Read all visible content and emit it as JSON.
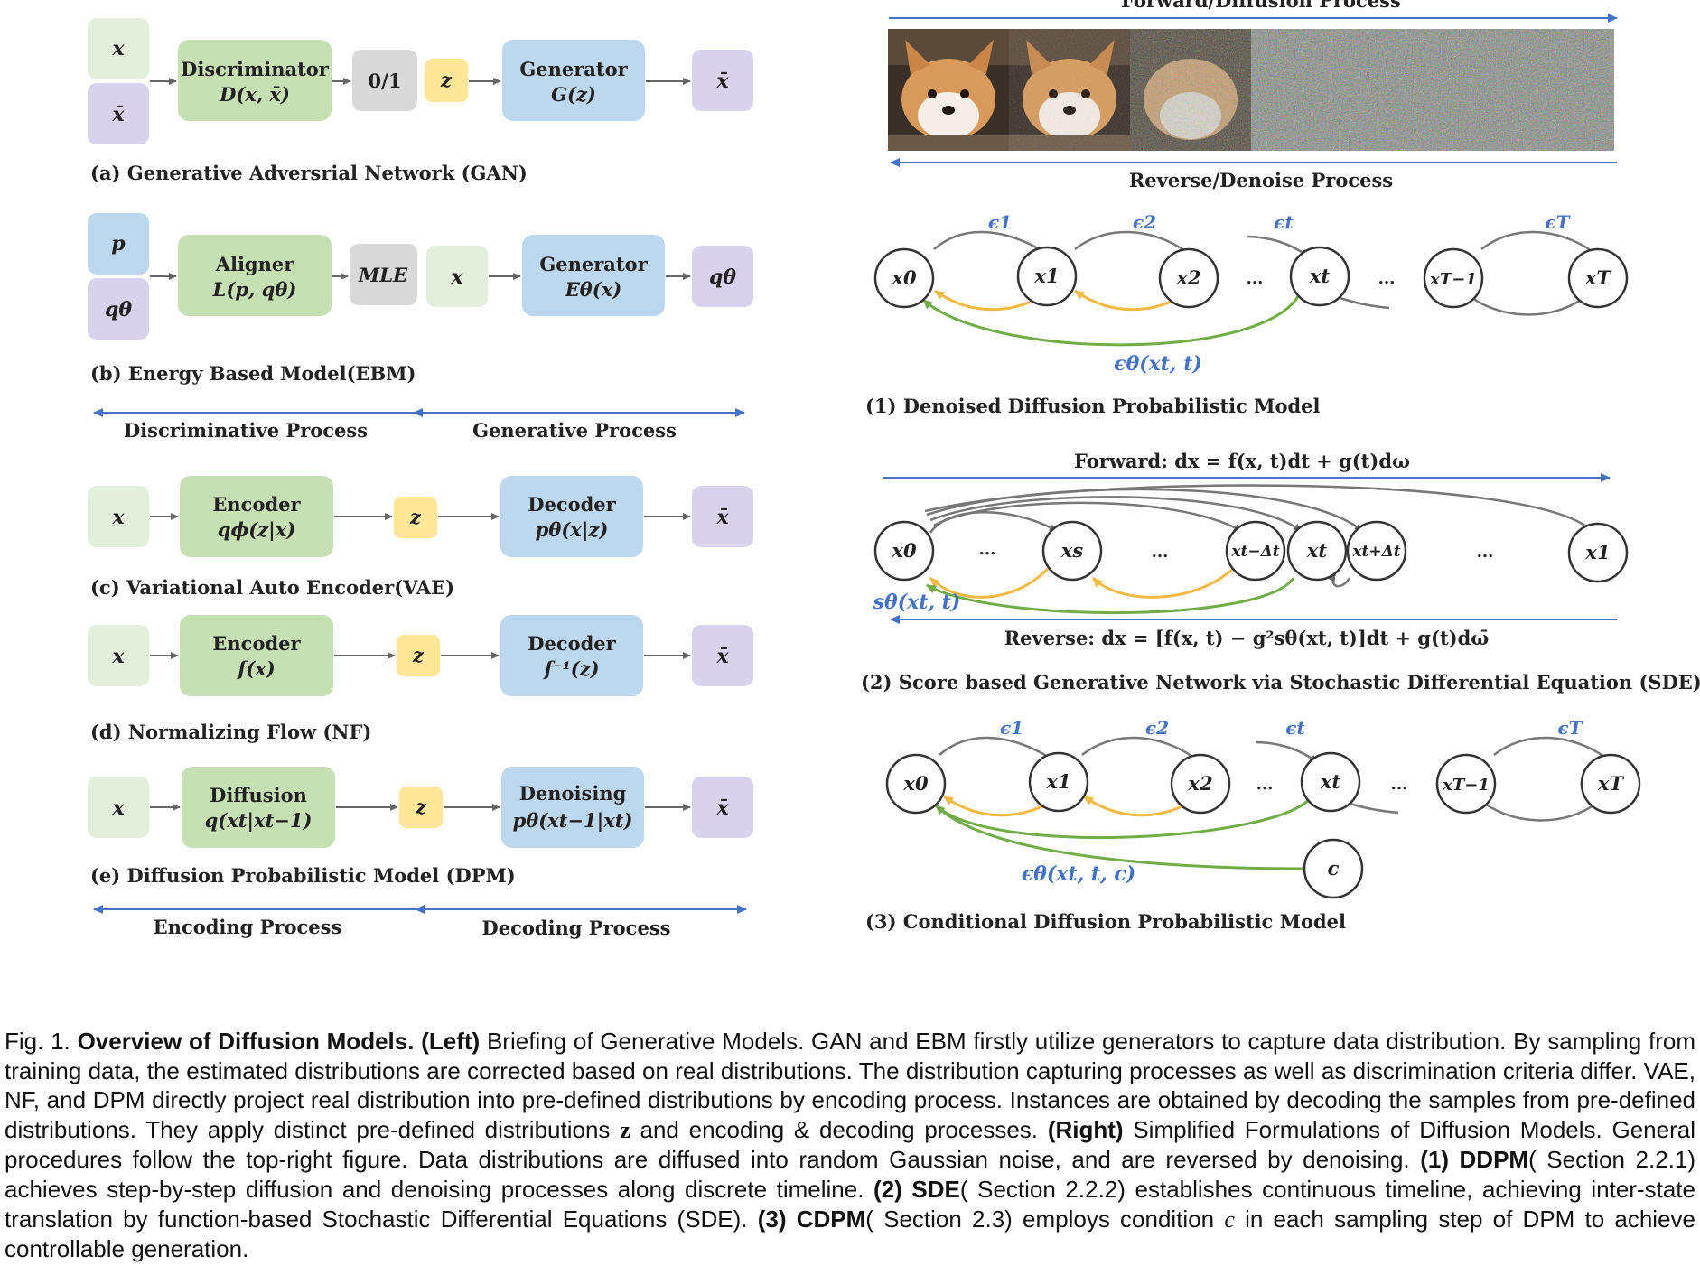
{
  "colors": {
    "green": "#C6E0B4",
    "light_green": "#E2EFDA",
    "purple": "#D9D2EC",
    "gray": "#D9D9D9",
    "yellow": "#FFE699",
    "blue": "#BDD7EE",
    "arrow_blue": "#4472C4",
    "math_blue": "#4472C4",
    "curve_yellow": "#F4B942",
    "curve_green": "#70AD47"
  },
  "gan": {
    "x": "x",
    "xbar": "x̄",
    "disc_title": "Discriminator",
    "disc_sub": "D(x, x̄)",
    "out": "0/1",
    "z": "z",
    "gen_title": "Generator",
    "gen_sub": "G(z)",
    "out2": "x̄",
    "caption": "(a) Generative Adversrial Network (GAN)"
  },
  "ebm": {
    "p": "p",
    "q": "qθ",
    "al_title": "Aligner",
    "al_sub": "L(p, qθ)",
    "mle": "MLE",
    "x": "x",
    "gen_title": "Generator",
    "gen_sub": "Eθ(x)",
    "out": "qθ",
    "caption": "(b) Energy Based Model(EBM)"
  },
  "process1": {
    "left": "Discriminative Process",
    "right": "Generative Process"
  },
  "vae": {
    "x": "x",
    "enc_title": "Encoder",
    "enc_sub": "qϕ(z|x)",
    "z": "z",
    "dec_title": "Decoder",
    "dec_sub": "pθ(x|z)",
    "out": "x̄",
    "caption": "(c) Variational Auto Encoder(VAE)"
  },
  "nf": {
    "x": "x",
    "enc_title": "Encoder",
    "enc_sub": "f(x)",
    "z": "z",
    "dec_title": "Decoder",
    "dec_sub": "f⁻¹(z)",
    "out": "x̄",
    "caption": "(d) Normalizing Flow (NF)"
  },
  "dpm": {
    "x": "x",
    "enc_title": "Diffusion",
    "enc_sub": "q(xt|xt−1)",
    "z": "z",
    "dec_title": "Denoising",
    "dec_sub": "pθ(xt−1|xt)",
    "out": "x̄",
    "caption": "(e) Diffusion Probabilistic Model (DPM)"
  },
  "process2": {
    "left": "Encoding Process",
    "right": "Decoding Process"
  },
  "top_right": {
    "forward": "Forward/Diffusion Process",
    "reverse": "Reverse/Denoise Process"
  },
  "ddpm": {
    "nodes": [
      "x0",
      "x1",
      "x2",
      "xt",
      "xT−1",
      "xT"
    ],
    "dots": "...",
    "eps": [
      "ϵ1",
      "ϵ2",
      "ϵt",
      "ϵT"
    ],
    "eps_theta": "ϵθ(xt, t)",
    "caption": "(1) Denoised Diffusion Probabilistic Model"
  },
  "sde": {
    "forward": "Forward:  dx = f(x, t)dt + g(t)dω",
    "nodes": [
      "x0",
      "xs",
      "xt−Δt",
      "xt",
      "xt+Δt",
      "x1"
    ],
    "dots": "...",
    "score": "sθ(xt, t)",
    "reverse": "Reverse:  dx = [f(x, t)  − g²sθ(xt, t)]dt + g(t)dω̄",
    "caption": "(2) Score based Generative Network via Stochastic Differential Equation (SDE)"
  },
  "cdpm": {
    "nodes": [
      "x0",
      "x1",
      "x2",
      "xt",
      "xT−1",
      "xT",
      "c"
    ],
    "dots": "...",
    "eps": [
      "ϵ1",
      "ϵ2",
      "ϵt",
      "ϵT"
    ],
    "eps_theta": "ϵθ(xt, t, c)",
    "caption": "(3) Conditional Diffusion Probabilistic Model"
  },
  "caption": {
    "fig": "Fig. 1.",
    "title": "Overview of Diffusion Models.",
    "left_label": "(Left)",
    "left_text": "Briefing of Generative Models. GAN and EBM firstly utilize generators to capture data distribution. By sampling from training data, the estimated distributions are corrected based on real distributions. The distribution capturing processes as well as discrimination criteria differ. VAE, NF, and DPM directly project real distribution into pre-defined distributions by encoding process. Instances are obtained by decoding the samples from pre-defined distributions. They apply distinct pre-defined distributions",
    "z": "z",
    "left_text2": "and encoding & decoding processes.",
    "right_label": "(Right)",
    "right_text": "Simplified Formulations of Diffusion Models. General procedures follow the top-right figure. Data distributions are diffused into random Gaussian noise, and are reversed by denoising.",
    "p1_label": "(1) DDPM",
    "p1_text": "( Section 2.2.1) achieves step-by-step diffusion and denoising processes along discrete timeline.",
    "p2_label": "(2) SDE",
    "p2_text": "( Section 2.2.2) establishes continuous timeline, achieving inter-state translation by function-based Stochastic Differential Equations (SDE).",
    "p3_label": "(3) CDPM",
    "p3_text": "( Section 2.3) employs condition",
    "c": "c",
    "p3_text2": "in each sampling step of DPM to achieve controllable generation."
  }
}
